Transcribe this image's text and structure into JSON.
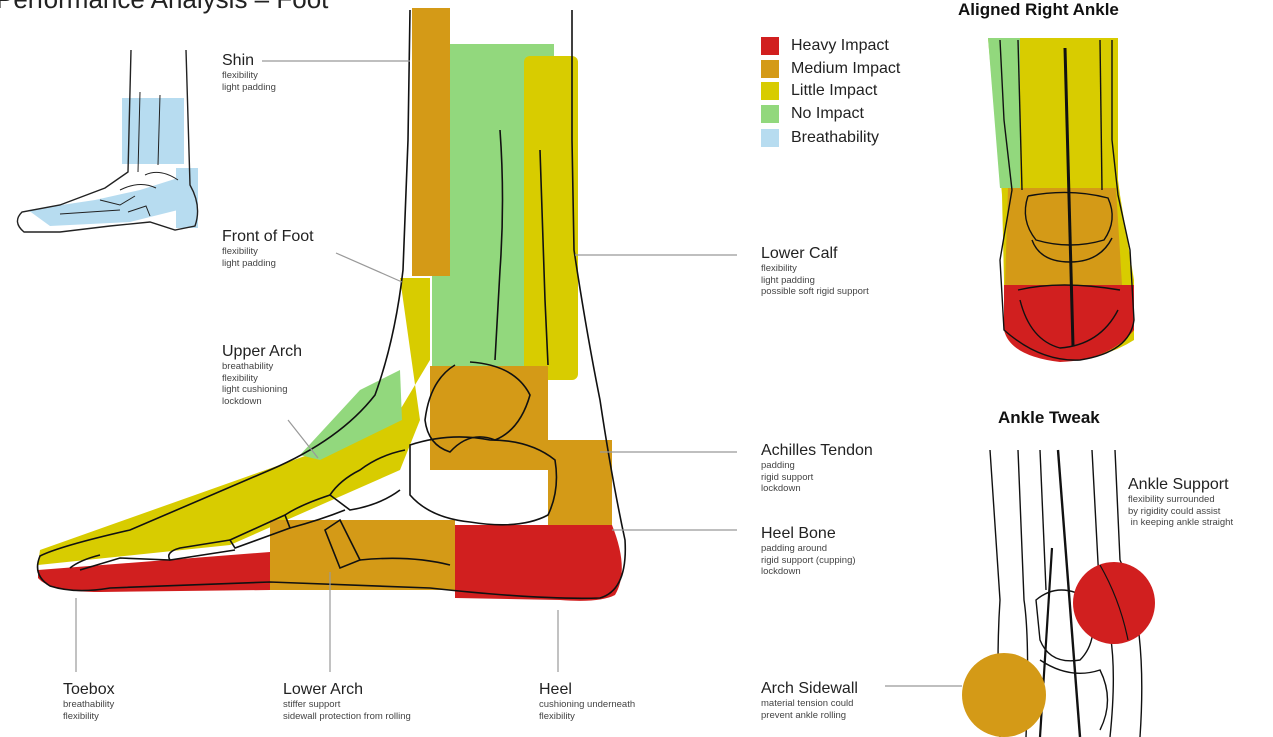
{
  "page_title": "Performance Analysis – Foot",
  "legend": [
    {
      "label": "Heavy Impact",
      "color": "#d11f1f"
    },
    {
      "label": "Medium Impact",
      "color": "#d49a17"
    },
    {
      "label": "Little Impact",
      "color": "#d8cc00"
    },
    {
      "label": "No Impact",
      "color": "#92d87d"
    },
    {
      "label": "Breathability",
      "color": "#b7dcf0"
    }
  ],
  "sections": {
    "aligned": "Aligned Right Ankle",
    "tweak": "Ankle Tweak"
  },
  "labels": {
    "shin": {
      "title": "Shin",
      "lines": [
        "flexibility",
        "light padding"
      ]
    },
    "front_foot": {
      "title": "Front of Foot",
      "lines": [
        "flexibility",
        "light padding"
      ]
    },
    "upper_arch": {
      "title": "Upper Arch",
      "lines": [
        "breathability",
        "flexibility",
        "light cushioning",
        "lockdown"
      ]
    },
    "lower_calf": {
      "title": "Lower Calf",
      "lines": [
        "flexibility",
        "light padding",
        "possible soft rigid support"
      ]
    },
    "achilles": {
      "title": "Achilles Tendon",
      "lines": [
        "padding",
        "rigid support",
        "lockdown"
      ]
    },
    "heel_bone": {
      "title": "Heel Bone",
      "lines": [
        "padding around",
        "rigid support (cupping)",
        "lockdown"
      ]
    },
    "toebox": {
      "title": "Toebox",
      "lines": [
        "breathability",
        "flexibility"
      ]
    },
    "lower_arch": {
      "title": "Lower Arch",
      "lines": [
        "stiffer support",
        "sidewall protection from rolling"
      ]
    },
    "heel": {
      "title": "Heel",
      "lines": [
        "cushioning underneath",
        "flexibility"
      ]
    },
    "arch_sidewall": {
      "title": "Arch Sidewall",
      "lines": [
        "material tension could",
        "prevent ankle rolling"
      ]
    },
    "ankle_support": {
      "title": "Ankle Support",
      "lines": [
        "flexibility surrounded",
        "by rigidity could assist",
        " in keeping ankle straight"
      ]
    }
  }
}
